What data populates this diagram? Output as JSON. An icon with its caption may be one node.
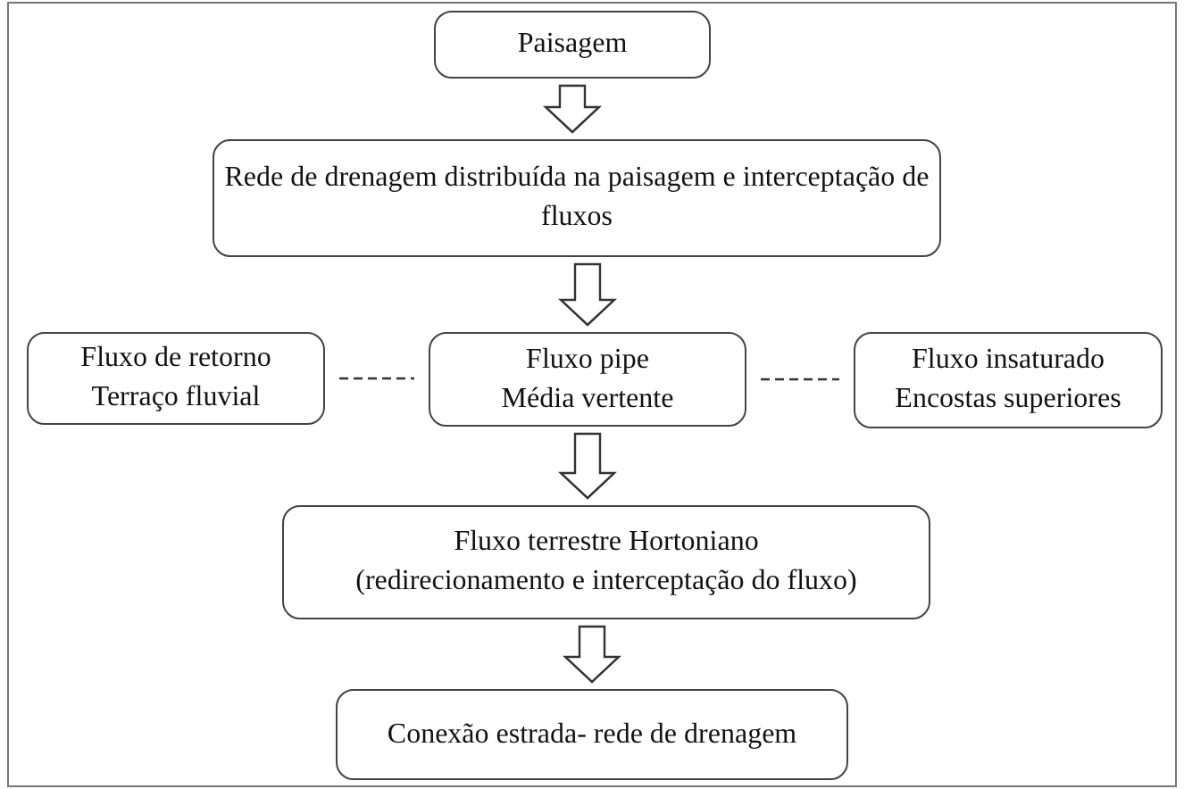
{
  "diagram": {
    "nodes": [
      {
        "text": [
          "Paisagem"
        ]
      },
      {
        "text": [
          "Rede de drenagem distribuída na paisagem e interceptação de fluxos"
        ]
      },
      {
        "text": [
          "Fluxo de retorno",
          "Terraço fluvial"
        ]
      },
      {
        "text": [
          "Fluxo pipe",
          "Média vertente"
        ]
      },
      {
        "text": [
          "Fluxo insaturado",
          "Encostas superiores"
        ]
      },
      {
        "text": [
          "Fluxo terrestre Hortoniano",
          "(redirecionamento e interceptação do fluxo)"
        ]
      },
      {
        "text": [
          "Conexão estrada- rede de drenagem"
        ]
      }
    ],
    "edges": [
      {
        "from": 0,
        "to": 1,
        "arrow": "to"
      },
      {
        "from": 1,
        "to": 3,
        "arrow": "to"
      },
      {
        "from": 2,
        "to": 3,
        "arrow": "none",
        "style": "dashed"
      },
      {
        "from": 3,
        "to": 4,
        "arrow": "none",
        "style": "dashed"
      },
      {
        "from": 3,
        "to": 5,
        "arrow": "to"
      },
      {
        "from": 5,
        "to": 6,
        "arrow": "to"
      }
    ]
  }
}
